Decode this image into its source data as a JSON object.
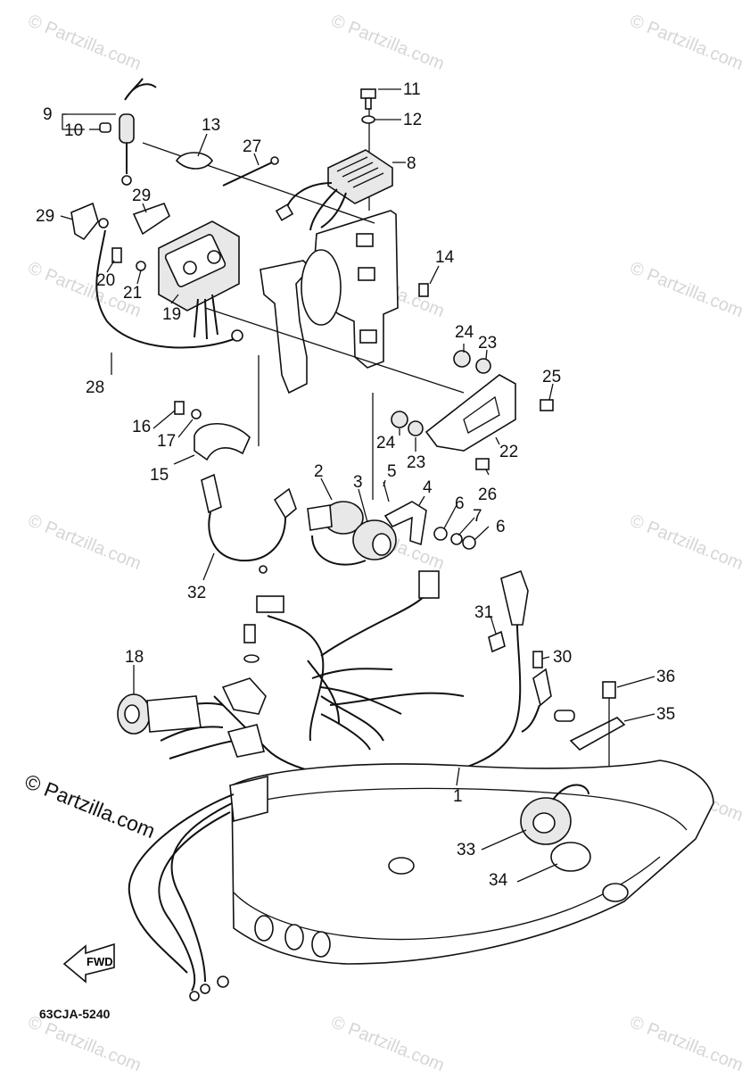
{
  "watermark_text": "© Partzilla.com",
  "copyright": "© Partzilla.com",
  "diagram_code": "63CJA-5240",
  "direction_label": "FWD",
  "callouts": [
    "1",
    "2",
    "3",
    "4",
    "5",
    "6",
    "6",
    "7",
    "8",
    "9",
    "10",
    "11",
    "12",
    "13",
    "14",
    "15",
    "16",
    "17",
    "18",
    "19",
    "20",
    "21",
    "22",
    "23",
    "23",
    "24",
    "24",
    "25",
    "26",
    "27",
    "28",
    "29",
    "29",
    "30",
    "31",
    "32",
    "33",
    "34",
    "35",
    "36"
  ]
}
